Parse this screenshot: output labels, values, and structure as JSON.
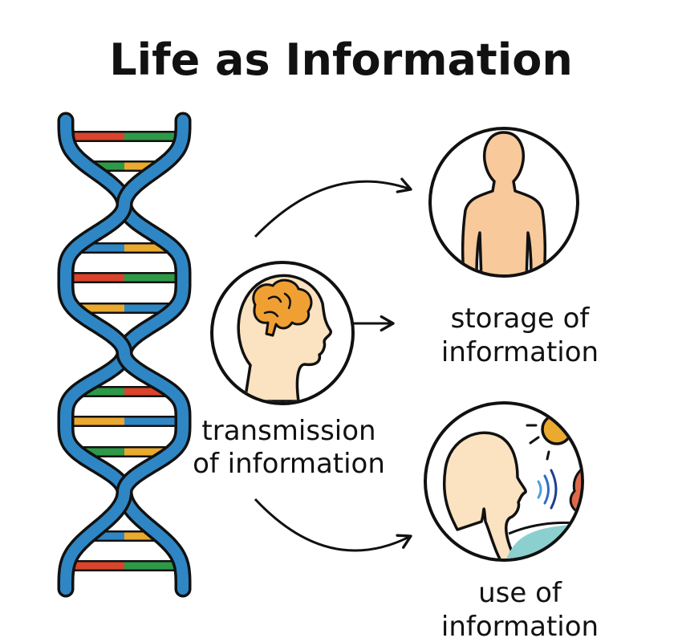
{
  "title": "Life as Information",
  "labels": {
    "transmission_line1": "transmission",
    "transmission_line2": "of information",
    "storage_line1": "storage of",
    "storage_line2": "information",
    "use_line1": "use of",
    "use_line2": "information"
  },
  "icons": {
    "dna": "dna-double-helix-icon",
    "head": "head-with-brain-icon",
    "body": "human-body-icon",
    "use": "person-sensing-environment-icon"
  },
  "colors": {
    "strand": "#2f86c4",
    "red": "#d9442b",
    "green": "#2e9a47",
    "yellow": "#eaa92f",
    "blue": "#2f86c4",
    "skin": "#f8c99a",
    "skin_light": "#fbe2c0",
    "brain": "#f0a033",
    "sun": "#eaa92f",
    "tree": "#e06a48",
    "hill": "#8ccfcf"
  },
  "dna_rungs": [
    [
      "red",
      "green"
    ],
    [
      "green",
      "yellow"
    ],
    [
      "blue",
      "yellow"
    ],
    [
      "red",
      "green"
    ],
    [
      "yellow",
      "blue"
    ],
    [
      "green",
      "red"
    ],
    [
      "yellow",
      "blue"
    ],
    [
      "green",
      "yellow"
    ],
    [
      "blue",
      "yellow"
    ],
    [
      "red",
      "green"
    ]
  ]
}
